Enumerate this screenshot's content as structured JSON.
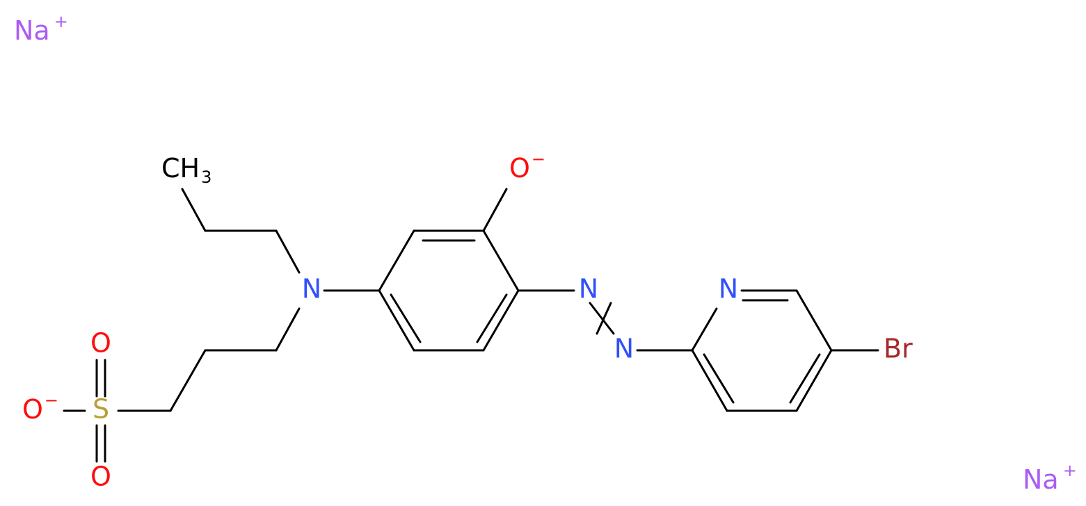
{
  "colors": {
    "bond": "#000000",
    "N": "#3050F8",
    "O": "#FF0D0D",
    "S": "#B8A038",
    "Br": "#A62929",
    "Na": "#AB5CF2",
    "C": "#000000"
  },
  "atoms": {
    "na1": {
      "text": "Na",
      "charge": "+"
    },
    "na2": {
      "text": "Na",
      "charge": "+"
    },
    "ch3": {
      "text": "CH",
      "sub": "3"
    },
    "n_amine": {
      "text": "N"
    },
    "o_phenolate": {
      "text": "O",
      "charge": "−"
    },
    "n_azo1": {
      "text": "N"
    },
    "n_azo2": {
      "text": "N"
    },
    "n_pyridine": {
      "text": "N"
    },
    "br": {
      "text": "Br"
    },
    "s": {
      "text": "S"
    },
    "o_top": {
      "text": "O"
    },
    "o_bottom": {
      "text": "O"
    },
    "o_sulfonate": {
      "text": "O",
      "charge": "−"
    }
  }
}
